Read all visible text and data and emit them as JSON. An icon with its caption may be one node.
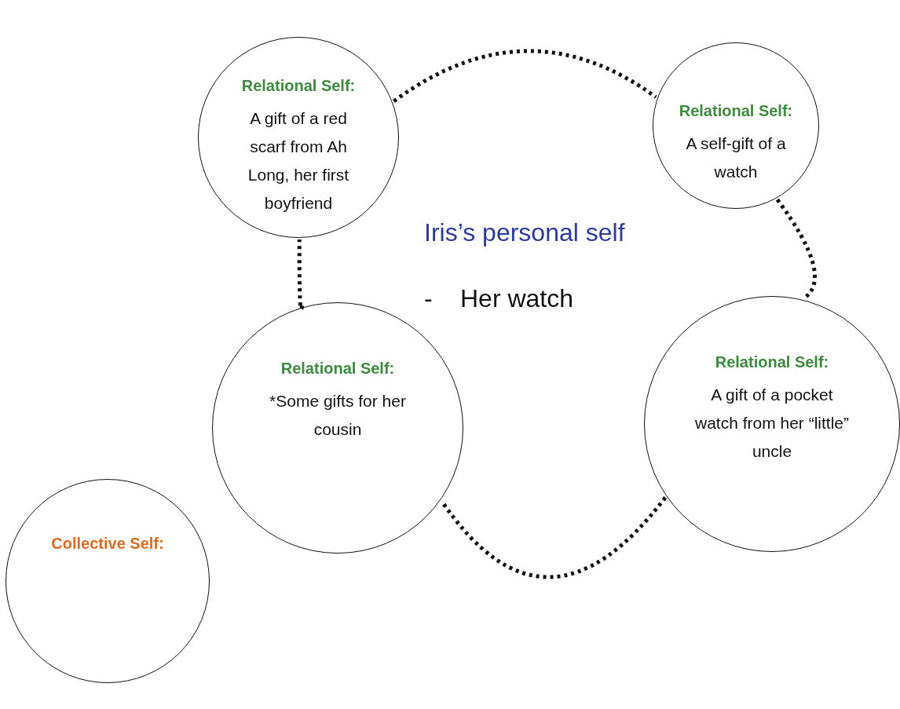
{
  "diagram": {
    "nodes": [
      {
        "text": [
          "Relational Self:",
          "A gift of a red scarf from Ah Long, her first boyfriend"
        ]
      },
      {
        "text": [
          "Relational Self:",
          "A self-gift of a watch"
        ]
      },
      {
        "text": [
          "Relational Self:",
          "*Some gifts for her cousin"
        ]
      },
      {
        "text": [
          "Relational Self:",
          "A gift of a pocket watch from her “little” uncle"
        ]
      },
      {
        "text": [
          "Collective Self:"
        ]
      }
    ],
    "edges": [
      {
        "from": 0,
        "to": 1,
        "arrow": "none",
        "style": "dashed"
      },
      {
        "from": 1,
        "to": 3,
        "arrow": "none",
        "style": "dashed"
      },
      {
        "from": 3,
        "to": 2,
        "arrow": "none",
        "style": "dashed"
      },
      {
        "from": 2,
        "to": 0,
        "arrow": "none",
        "style": "dashed"
      }
    ],
    "labels": [
      "Iris’s personal self",
      "-",
      "Her watch"
    ]
  }
}
